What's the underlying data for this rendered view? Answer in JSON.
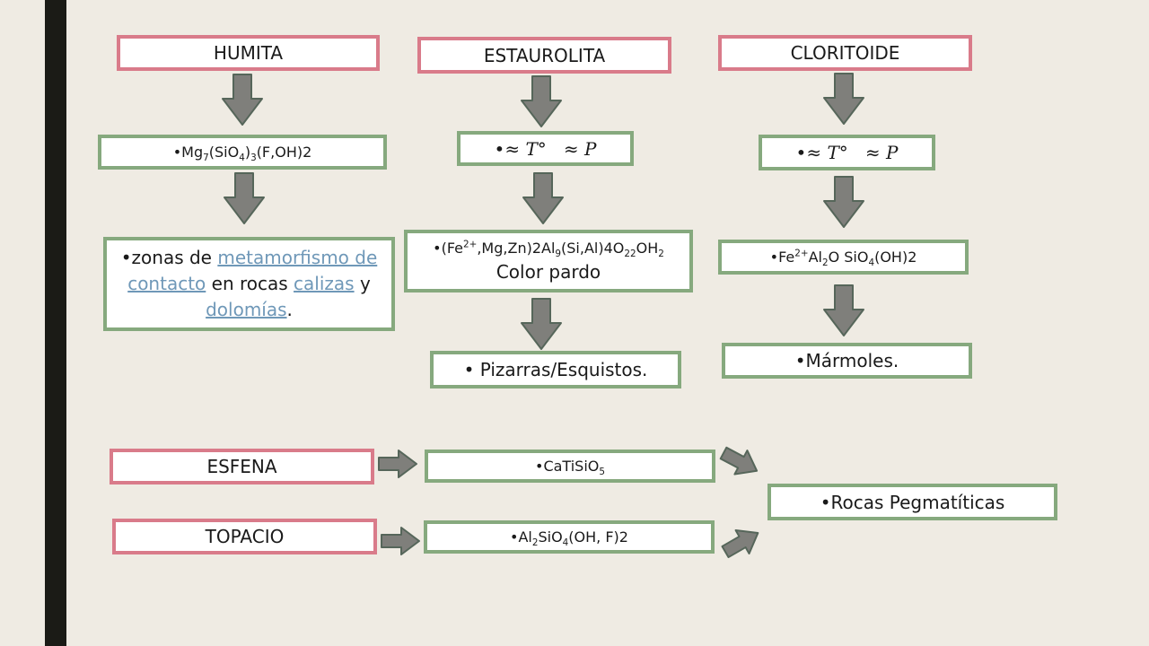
{
  "columns": [
    {
      "title": "HUMITA",
      "formula": {
        "bullet": "•",
        "a": "Mg",
        "b": "7",
        "c": "(SiO",
        "d": "4",
        "e": ")",
        "f": "3",
        "g": "(F,OH)2"
      },
      "occurrence": {
        "bullet": "•",
        "p1": "zonas de ",
        "l1": "metamorfismo de contacto",
        "p2": " en rocas ",
        "l2": "calizas",
        "p3": " y ",
        "l3": "dolomías",
        "p4": "."
      }
    },
    {
      "title": "ESTAUROLITA",
      "condition": {
        "bullet": "•",
        "t": "≈ T°",
        "p": "≈ P"
      },
      "formula": {
        "bullet": "•",
        "a": "(Fe",
        "b": "2+",
        "c": ",Mg,Zn)2Al",
        "d": "9",
        "e": "(Si,Al)4O",
        "f": "22",
        "g": "OH",
        "h": "2",
        "color_note": "Color pardo"
      },
      "occurrence": "• Pizarras/Esquistos."
    },
    {
      "title": "CLORITOIDE",
      "condition": {
        "bullet": "•",
        "t": "≈ T°",
        "p": "≈ P"
      },
      "formula": {
        "bullet": "•",
        "a": "Fe",
        "b": "2+",
        "c": "Al",
        "d": "2",
        "e": "O SiO",
        "f": "4",
        "g": "(OH)2"
      },
      "occurrence": "•Mármoles."
    }
  ],
  "bottom": {
    "esfena": {
      "title": "ESFENA",
      "formula": {
        "bullet": "•",
        "a": "CaTiSiO",
        "b": "5"
      }
    },
    "topacio": {
      "title": "TOPACIO",
      "formula": {
        "bullet": "•",
        "a": "Al",
        "b": "2",
        "c": "SiO",
        "d": "4",
        "e": "(OH, F)2"
      }
    },
    "result": "•Rocas Pegmatíticas"
  },
  "colors": {
    "title_border": "#d97b8a",
    "box_border": "#86a97e",
    "arrow_fill": "#7f7f7b",
    "arrow_stroke": "#56665a",
    "link": "#6f98b8",
    "background": "#efebe3"
  }
}
